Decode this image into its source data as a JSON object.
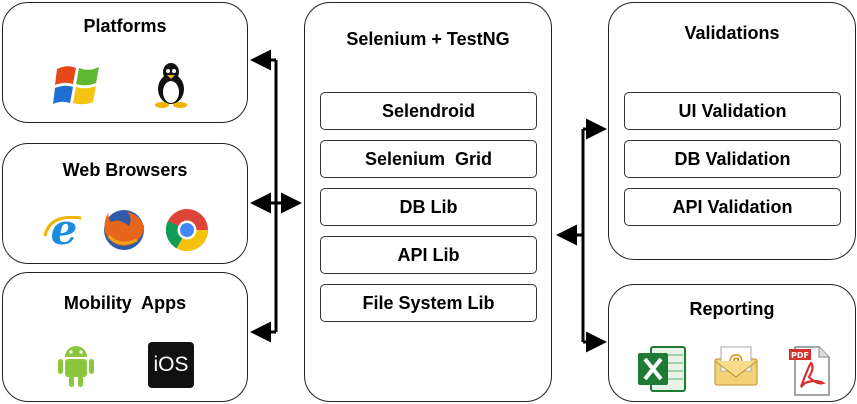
{
  "platforms": {
    "title": "Platforms",
    "icons": [
      "windows-icon",
      "linux-icon"
    ]
  },
  "browsers": {
    "title": "Web Browsers",
    "icons": [
      "internet-explorer-icon",
      "firefox-icon",
      "chrome-icon"
    ]
  },
  "mobility": {
    "title": "Mobility  Apps",
    "icons": [
      "android-icon"
    ],
    "ios_label": "iOS"
  },
  "core": {
    "title": "Selenium + TestNG",
    "items": [
      "Selendroid",
      "Selenium  Grid",
      "DB Lib",
      "API Lib",
      "File System Lib"
    ]
  },
  "validations": {
    "title": "Validations",
    "items": [
      "UI Validation",
      "DB Validation",
      "API Validation"
    ]
  },
  "reporting": {
    "title": "Reporting",
    "icons": [
      "excel-icon",
      "email-icon"
    ],
    "pdf_label": "PDF"
  }
}
